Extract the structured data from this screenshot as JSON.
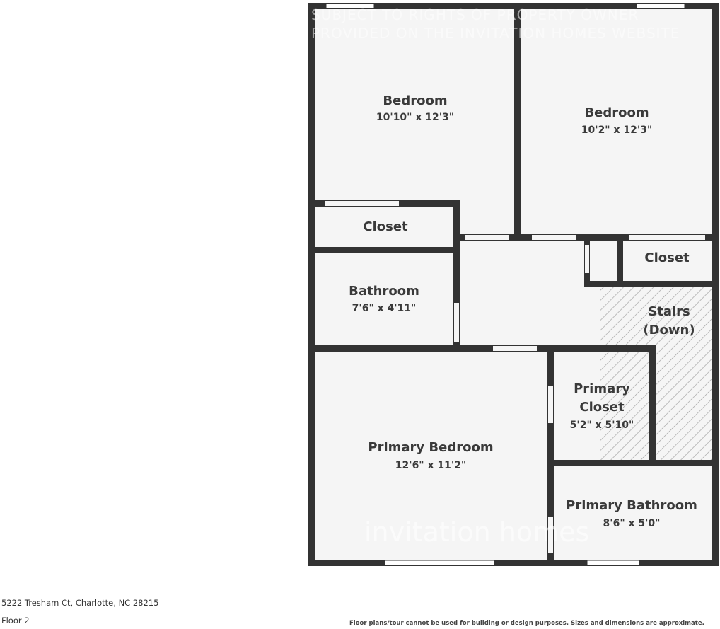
{
  "watermark": {
    "line1": "SUBJECT TO RIGHTS OF PROPERTY OWNER",
    "line2": "PROVIDED ON THE INVITATION HOMES WEBSITE",
    "brand": "invitation homes"
  },
  "rooms": {
    "bedroom_1": {
      "name": "Bedroom",
      "dims": "10'10\" x 12'3\""
    },
    "bedroom_2": {
      "name": "Bedroom",
      "dims": "10'2\" x 12'3\""
    },
    "closet_1": {
      "name": "Closet"
    },
    "closet_2": {
      "name": "Closet"
    },
    "bathroom": {
      "name": "Bathroom",
      "dims": "7'6\" x 4'11\""
    },
    "stairs": {
      "line1": "Stairs",
      "line2": "(Down)"
    },
    "primary_bedroom": {
      "name": "Primary Bedroom",
      "dims": "12'6\" x 11'2\""
    },
    "primary_closet": {
      "line1": "Primary",
      "line2": "Closet",
      "dims": "5'2\" x 5'10\""
    },
    "primary_bathroom": {
      "name": "Primary Bathroom",
      "dims": "8'6\" x 5'0\""
    }
  },
  "footer": {
    "address": "5222 Tresham Ct, Charlotte, NC 28215",
    "floor": "Floor 2",
    "disclaimer": "Floor plans/tour cannot be used for building or design purposes. Sizes and dimensions are approximate."
  },
  "colors": {
    "wall": "#333333",
    "floor": "#f5f5f5",
    "window": "#ffffff"
  }
}
